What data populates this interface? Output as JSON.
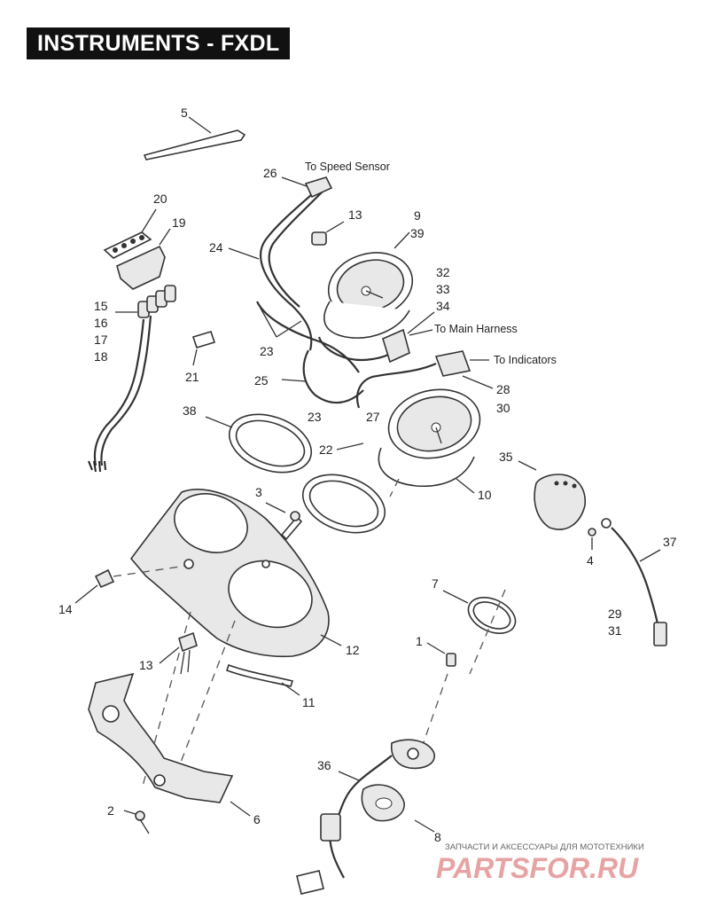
{
  "title": "INSTRUMENTS - FXDL",
  "callouts": {
    "to_speed_sensor": "To Speed Sensor",
    "to_main_harness": "To Main Harness",
    "to_indicators": "To Indicators"
  },
  "labels": {
    "l5": "5",
    "l26": "26",
    "l20": "20",
    "l19": "19",
    "l13a": "13",
    "l9": "9",
    "l39": "39",
    "l24": "24",
    "l32": "32",
    "l33": "33",
    "l34": "34",
    "l15": "15",
    "l16": "16",
    "l17": "17",
    "l18": "18",
    "l21": "21",
    "l23a": "23",
    "l25": "25",
    "l28": "28",
    "l30": "30",
    "l23b": "23",
    "l27": "27",
    "l38": "38",
    "l22": "22",
    "l35": "35",
    "l10": "10",
    "l3": "3",
    "l37": "37",
    "l4": "4",
    "l14": "14",
    "l7": "7",
    "l29": "29",
    "l31": "31",
    "l1": "1",
    "l12": "12",
    "l13b": "13",
    "l11": "11",
    "l36": "36",
    "l2": "2",
    "l6": "6",
    "l8": "8"
  },
  "watermark": {
    "small": "ЗАПЧАСТИ И АКСЕССУАРЫ ДЛЯ МОТОТЕХНИКИ",
    "big": "PARTSFOR.RU"
  }
}
